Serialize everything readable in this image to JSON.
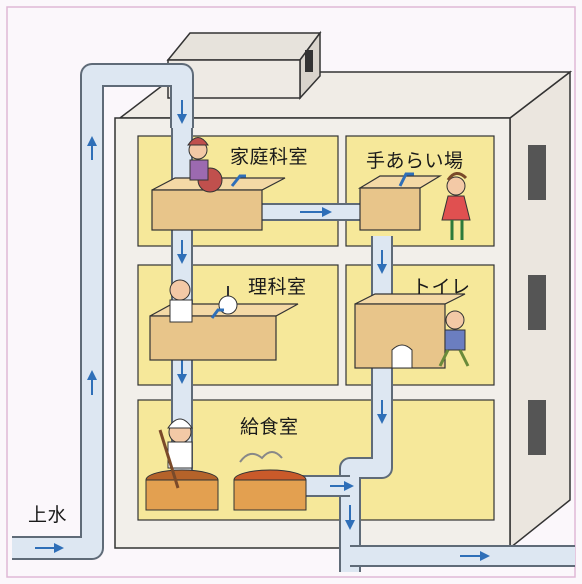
{
  "labels": {
    "home_ec_room": "家庭科室",
    "hand_wash": "手あらい場",
    "science_room": "理科室",
    "toilet": "トイレ",
    "kitchen": "給食室",
    "water_supply": "上水"
  },
  "colors": {
    "pipe": "#dde7f2",
    "pipe_outline": "#5f6b78",
    "room_yellow": "#f6e89a",
    "arrow_blue": "#2f6fb8"
  }
}
